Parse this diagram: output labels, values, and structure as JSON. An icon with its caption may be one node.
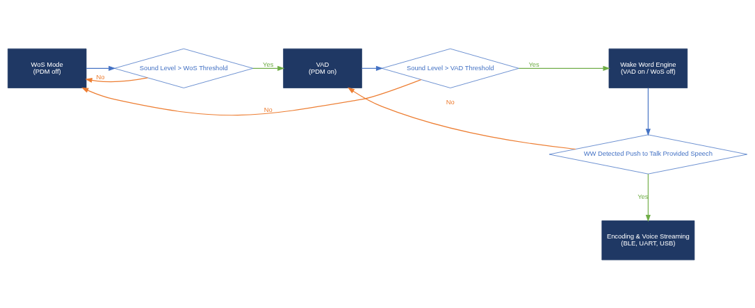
{
  "diagram": {
    "nodes": [
      {
        "text": [
          "WoS Mode",
          "(PDM off)"
        ]
      },
      {
        "text": [
          "Sound Level > WoS Threshold"
        ]
      },
      {
        "text": [
          "VAD",
          "(PDM on)"
        ]
      },
      {
        "text": [
          "Sound Level > VAD Threshold"
        ]
      },
      {
        "text": [
          "Wake Word Engine",
          "(VAD on / WoS off)"
        ]
      },
      {
        "text": [
          "WW Detected Push to Talk Provided Speech"
        ]
      },
      {
        "text": [
          "Encoding & Voice Streaming",
          "(BLE, UART, USB)"
        ]
      }
    ],
    "edges": [
      {
        "from": 0,
        "to": 1,
        "arrow": "to",
        "color": "#4472c4"
      },
      {
        "from": 1,
        "to": 2,
        "arrow": "to",
        "label": "Yes",
        "color": "#70ad47"
      },
      {
        "from": 1,
        "to": 0,
        "arrow": "to",
        "label": "No",
        "color": "#ed7d31"
      },
      {
        "from": 2,
        "to": 3,
        "arrow": "to",
        "color": "#4472c4"
      },
      {
        "from": 3,
        "to": 4,
        "arrow": "to",
        "label": "Yes",
        "color": "#70ad47"
      },
      {
        "from": 3,
        "to": 0,
        "arrow": "to",
        "label": "No",
        "color": "#ed7d31"
      },
      {
        "from": 4,
        "to": 5,
        "arrow": "to",
        "color": "#4472c4"
      },
      {
        "from": 5,
        "to": 2,
        "arrow": "to",
        "label": "No",
        "color": "#ed7d31"
      },
      {
        "from": 5,
        "to": 6,
        "arrow": "to",
        "label": "Yes",
        "color": "#70ad47"
      }
    ]
  }
}
